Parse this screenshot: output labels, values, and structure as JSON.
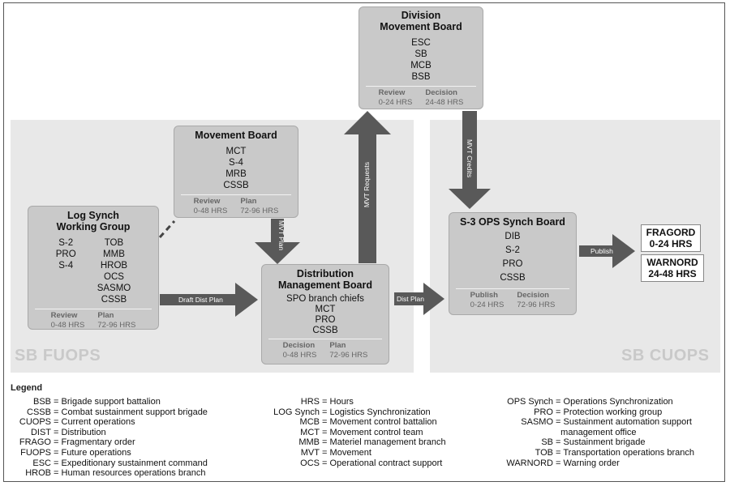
{
  "zones": {
    "fuops": "SB FUOPS",
    "cuops": "SB CUOPS"
  },
  "division_board": {
    "title_line1": "Division",
    "title_line2": "Movement Board",
    "items": [
      "ESC",
      "SB",
      "MCB",
      "BSB"
    ],
    "col1_head": "Review",
    "col1_val": "0-24 HRS",
    "col2_head": "Decision",
    "col2_val": "24-48 HRS"
  },
  "movement_board": {
    "title": "Movement Board",
    "items": [
      "MCT",
      "S-4",
      "MRB",
      "CSSB"
    ],
    "col1_head": "Review",
    "col1_val": "0-48 HRS",
    "col2_head": "Plan",
    "col2_val": "72-96 HRS"
  },
  "log_synch": {
    "title_line1": "Log Synch",
    "title_line2": "Working Group",
    "left_items": [
      "S-2",
      "PRO",
      "S-4"
    ],
    "right_items": [
      "TOB",
      "MMB",
      "HROB",
      "OCS",
      "SASMO",
      "CSSB"
    ],
    "col1_head": "Review",
    "col1_val": "0-48 HRS",
    "col2_head": "Plan",
    "col2_val": "72-96 HRS"
  },
  "dmb": {
    "title_line1": "Distribution",
    "title_line2": "Management Board",
    "items": [
      "SPO branch chiefs",
      "MCT",
      "PRO",
      "CSSB"
    ],
    "col1_head": "Decision",
    "col1_val": "0-48 HRS",
    "col2_head": "Plan",
    "col2_val": "72-96 HRS"
  },
  "s3": {
    "title": "S-3 OPS Synch Board",
    "items": [
      "DIB",
      "S-2",
      "PRO",
      "CSSB"
    ],
    "col1_head": "Publish",
    "col1_val": "0-24 HRS",
    "col2_head": "Decision",
    "col2_val": "72-96 HRS"
  },
  "outputs": {
    "fragord_line1": "FRAGORD",
    "fragord_line2": "0-24 HRS",
    "warnord_line1": "WARNORD",
    "warnord_line2": "24-48 HRS"
  },
  "arrow_labels": {
    "draft_dist_plan": "Draft Dist Plan",
    "mvt_plan": "MVT Plan",
    "mvt_requests": "MVT Requests",
    "mvt_credits": "MVT Credits",
    "dist_plan": "Dist Plan",
    "publish": "Publish"
  },
  "legend": {
    "title": "Legend",
    "col1": [
      {
        "abbr": "BSB",
        "def": "Brigade support battalion"
      },
      {
        "abbr": "CSSB",
        "def": "Combat sustainment support brigade"
      },
      {
        "abbr": "CUOPS",
        "def": "Current operations"
      },
      {
        "abbr": "DIST",
        "def": "Distribution"
      },
      {
        "abbr": "FRAGO",
        "def": "Fragmentary order"
      },
      {
        "abbr": "FUOPS",
        "def": "Future operations"
      },
      {
        "abbr": "ESC",
        "def": "Expeditionary sustainment command"
      },
      {
        "abbr": "HROB",
        "def": "Human resources operations branch"
      }
    ],
    "col2": [
      {
        "abbr": "HRS",
        "def": "Hours"
      },
      {
        "abbr": "LOG Synch",
        "def": "Logistics Synchronization"
      },
      {
        "abbr": "MCB",
        "def": "Movement control battalion"
      },
      {
        "abbr": "MCT",
        "def": "Movement control team"
      },
      {
        "abbr": "MMB",
        "def": "Materiel management branch"
      },
      {
        "abbr": "MVT",
        "def": "Movement"
      },
      {
        "abbr": "OCS",
        "def": "Operational contract support"
      }
    ],
    "col3": [
      {
        "abbr": "OPS Synch",
        "def": "Operations Synchronization"
      },
      {
        "abbr": "PRO",
        "def": "Protection working group"
      },
      {
        "abbr": "SASMO",
        "def": "Sustainment automation support"
      },
      {
        "abbr": "",
        "def": "management office"
      },
      {
        "abbr": "SB",
        "def": "Sustainment brigade"
      },
      {
        "abbr": "TOB",
        "def": "Transportation operations branch"
      },
      {
        "abbr": "WARNORD",
        "def": "Warning order"
      }
    ]
  }
}
